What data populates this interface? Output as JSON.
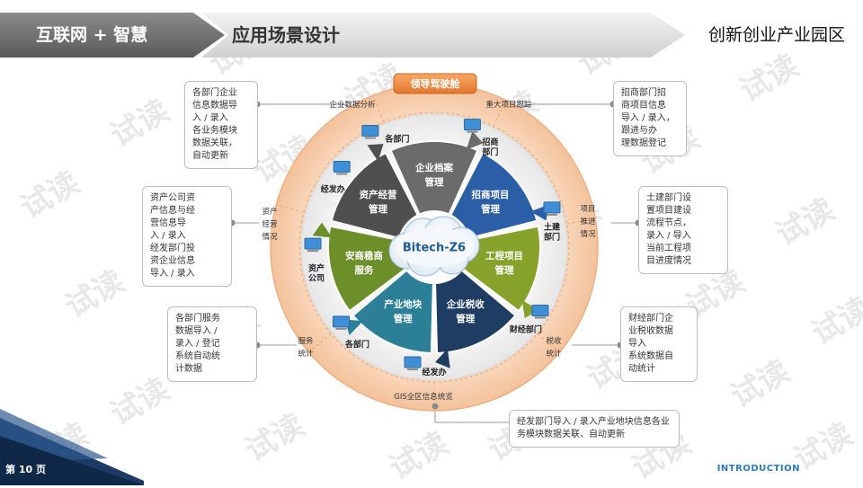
{
  "header": {
    "left_title": "互联网 + 智慧",
    "mid_title": "应用场景设计",
    "right_title": "创新创业产业园区"
  },
  "watermark": "试读",
  "top_banner": "领导驾驶舱",
  "center_label": "Bitech-Z6",
  "sectors": [
    {
      "label": "企业档案\n管理",
      "color": "#6b6b6b"
    },
    {
      "label": "招商项目\n管理",
      "color": "#2a5fa8"
    },
    {
      "label": "工程项目\n管理",
      "color": "#86a22a"
    },
    {
      "label": "企业税收\n管理",
      "color": "#1f3d63"
    },
    {
      "label": "产业地块\n管理",
      "color": "#2b7f96"
    },
    {
      "label": "安商稳商\n服务",
      "color": "#6c8f2a"
    },
    {
      "label": "资产经营\n管理",
      "color": "#4f4f4f"
    }
  ],
  "departments": [
    {
      "label": "各部门"
    },
    {
      "label": "招商\n部门"
    },
    {
      "label": "土建\n部门"
    },
    {
      "label": "财经部门"
    },
    {
      "label": "经发办"
    },
    {
      "label": "各部门"
    },
    {
      "label": "资产\n公司"
    },
    {
      "label": "经发办"
    }
  ],
  "ring_labels": [
    {
      "label": "企业数据分析"
    },
    {
      "label": "重大项目跟踪"
    },
    {
      "label": "项目\n推进\n情况"
    },
    {
      "label": "税收\n统计"
    },
    {
      "label": "GIS全区信息统览"
    },
    {
      "label": "服务\n统计"
    },
    {
      "label": "资产\n经营\n情况"
    }
  ],
  "notes": [
    {
      "text": "各部门企业\n信息数据导\n入 / 录入\n各业务模块\n数据关联，\n自动更新"
    },
    {
      "text": "招商部门招\n商项目信息\n导入 / 录入，\n跟进与办\n理数据登记"
    },
    {
      "text": "资产公司资\n产信息与经\n营信息导\n入 / 录入\n经发部门投\n资企业信息\n导入 / 录入"
    },
    {
      "text": "土建部门设\n置项目建设\n流程节点，\n录入 / 导入\n当前工程项\n目进度情况"
    },
    {
      "text": "各部门服务\n数据导入 /\n录入 / 登记\n系统自动统\n计数据"
    },
    {
      "text": "财经部门企\n业税收数据\n导入\n系统数据自\n动统计"
    },
    {
      "text": "经发部门导入 / 录入产业地块信息各业\n务模块数据关联、自动更新"
    }
  ],
  "footer": {
    "page": "第 10 页",
    "intro": "INTRODUCTION"
  }
}
